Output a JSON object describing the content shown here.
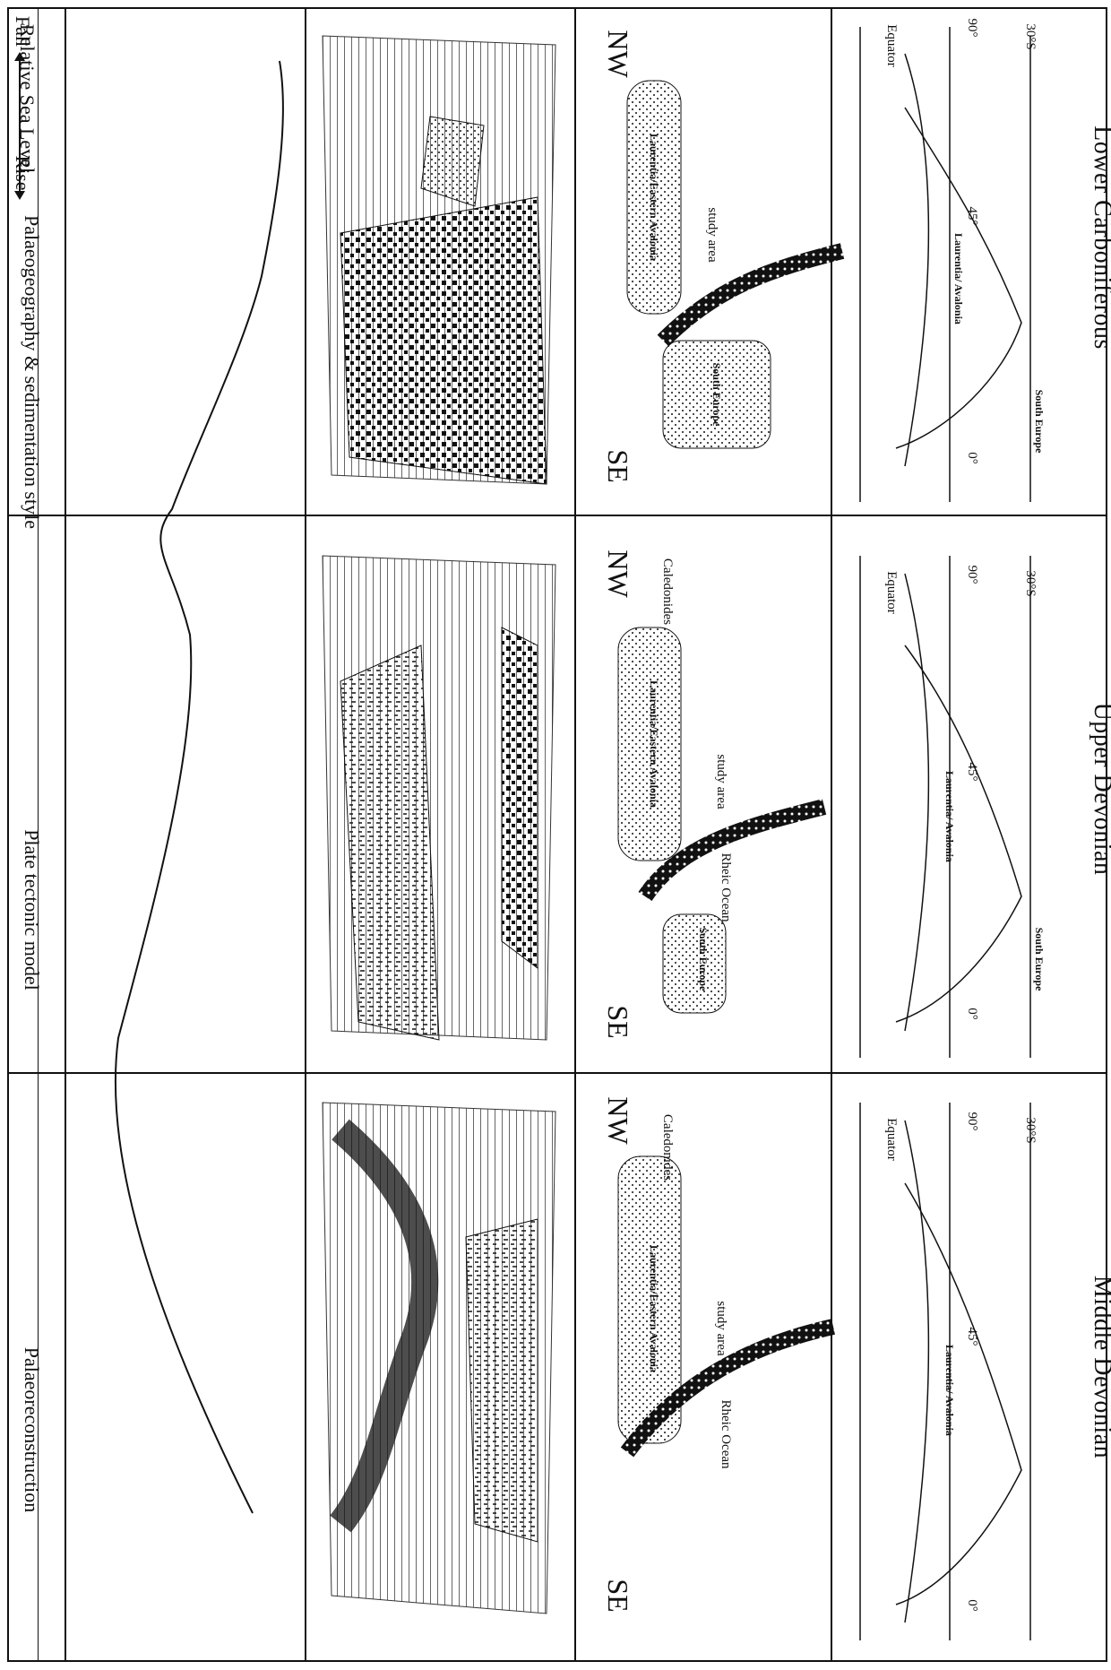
{
  "headers": {
    "palaeoreconstruction": "Palaeoreconstruction",
    "plate_tectonic_model": "Plate tectonic model",
    "palaeogeography": "Palaeogeography & sedimentation style",
    "sea_level": "Relative Sea Level",
    "fall": "Fall",
    "rise": "Rise"
  },
  "periods": [
    {
      "name": "Lower Carboniferous",
      "recon": {
        "equator": "Equator",
        "lat30": "30°S",
        "lon90": "90°",
        "lon45": "45°",
        "lon0": "0°",
        "laurentia": "Laurentia/\nAvalonia",
        "south_europe": "South\nEurope"
      },
      "tectonic": {
        "nw": "NW",
        "se": "SE",
        "study_area": "study area",
        "plate_a": "Laurentia/Eastern Avalonia",
        "plate_b": "South Europe",
        "ocean": "",
        "mountains": ""
      }
    },
    {
      "name": "Upper Devonian",
      "recon": {
        "equator": "Equator",
        "lat30": "30°S",
        "lon90": "90°",
        "lon45": "45°",
        "lon0": "0°",
        "laurentia": "Laurentia/\nAvalonia",
        "south_europe": "South\nEurope"
      },
      "tectonic": {
        "nw": "NW",
        "se": "SE",
        "study_area": "study area",
        "plate_a": "Laurentia/Eastern Avalonia",
        "plate_b": "South Europe",
        "ocean": "Rheic Ocean",
        "mountains": "Caledonides"
      }
    },
    {
      "name": "Middle Devonian",
      "recon": {
        "equator": "Equator",
        "lat30": "30°S",
        "lon90": "90°",
        "lon45": "45°",
        "lon0": "0°",
        "laurentia": "Laurentia/\nAvalonia",
        "south_europe": ""
      },
      "tectonic": {
        "nw": "NW",
        "se": "SE",
        "study_area": "study area",
        "plate_a": "Laurentia/Eastern Avalonia",
        "plate_b": "",
        "ocean": "Rheic Ocean",
        "mountains": "Caledonides"
      }
    }
  ],
  "colors": {
    "ink": "#111111",
    "paper": "#ffffff"
  }
}
